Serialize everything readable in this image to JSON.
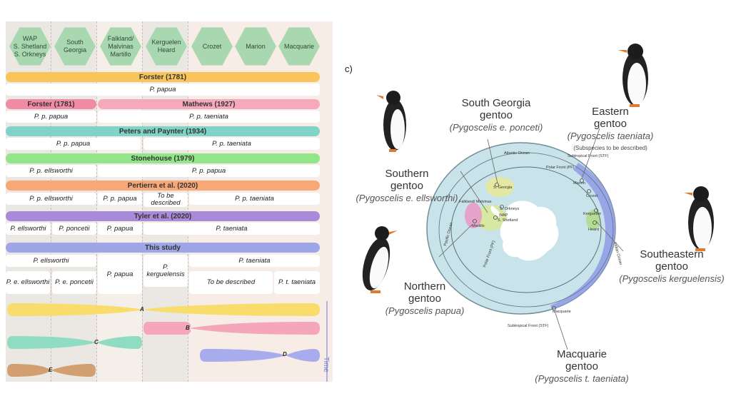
{
  "regions": [
    {
      "label": "WAP\nS. Shetland\nS. Orkneys"
    },
    {
      "label": "South\nGeorgia"
    },
    {
      "label": "Falkland/\nMalvinas\nMartillo"
    },
    {
      "label": "Kerguelen\nHeard"
    },
    {
      "label": "Crozet"
    },
    {
      "label": "Marion"
    },
    {
      "label": "Macquarie"
    }
  ],
  "classifications": [
    {
      "title": "Forster (1781)",
      "color": "#f9c55a",
      "cells": [
        "P. papua"
      ]
    },
    {
      "title": "Forster (1781)",
      "title2": "Mathews (1927)",
      "color": "#f08aa5",
      "color2": "#f6a9bd",
      "cells": [
        "P. p. papua",
        "P. p. taeniata"
      ]
    },
    {
      "title": "Peters and Paynter (1934)",
      "color": "#7fd3c8",
      "cells": [
        "P. p. papua",
        "P. p. taeniata"
      ]
    },
    {
      "title": "Stonehouse (1979)",
      "color": "#93e58a",
      "cells": [
        "P. p. ellsworthi",
        "P. p. papua"
      ]
    },
    {
      "title": "Pertierra et al. (2020)",
      "color": "#f8a877",
      "cells": [
        "P. p. ellsworthi",
        "P. p. papua",
        "To be described",
        "P. p. taeniata"
      ]
    },
    {
      "title": "Tyler et al. (2020)",
      "color": "#a98ad8",
      "cells": [
        "P. ellsworthi",
        "P. poncetii",
        "P. papua",
        "P. taeniata"
      ]
    },
    {
      "title": "This study",
      "color": "#9fa6e8",
      "cells": [
        "P. ellsworthi",
        "P. taeniata",
        "P. e. ellsworthi",
        "P. e. poncetii",
        "P. papua",
        "P. kerguelensis",
        "To be described",
        "P. t. taeniata"
      ]
    }
  ],
  "lineages": {
    "colors": {
      "A": "#f8dc6c",
      "B": "#f5a6b8",
      "C": "#8fdcc3",
      "D": "#a8acec",
      "E": "#d2a070"
    },
    "labels": [
      "A",
      "B",
      "C",
      "D",
      "E"
    ]
  },
  "time_label": "Time",
  "panel_label": "c)",
  "map_labels": {
    "atlantic": "Atlantic Ocean",
    "indian": "Indian Ocean",
    "pacific": "Pacific Ocean",
    "polar_front_top": "Polar Front (PF)",
    "polar_front_left": "Polar Front (PF)",
    "subtropical_top": "Subtropical Front (STF)",
    "subtropical_bottom": "Subtropical Front (STF)",
    "sites": [
      "S. Georgia",
      "S. Orkneys",
      "WAP",
      "S. Shetland",
      "Falkland/\nMalvinas",
      "Martillo",
      "Marion",
      "Crozet",
      "Kerguelen",
      "Heard",
      "Macquarie"
    ]
  },
  "clades": [
    {
      "name": "South Georgia\ngentoo",
      "sci": "(Pygoscelis e. ponceti)",
      "color": "#e5e89a"
    },
    {
      "name": "Eastern\ngentoo",
      "sci": "(Pygoscelis taeniata)",
      "note": "(Subspecies to be described)",
      "color": "#8f9be6"
    },
    {
      "name": "Southern\ngentoo",
      "sci": "(Pygoscelis e. ellsworthi)",
      "color": "#d8e89a"
    },
    {
      "name": "Southeastern\ngentoo",
      "sci": "(Pygoscelis kerguelensis)",
      "color": "#b3d98c"
    },
    {
      "name": "Northern\ngentoo",
      "sci": "(Pygoscelis papua)",
      "color": "#e69bc6"
    },
    {
      "name": "Macquarie\ngentoo",
      "sci": "(Pygoscelis t. taeniata)",
      "color": "#8f9be6"
    }
  ],
  "colors": {
    "panel_bg": "#f7ede6",
    "hex": "#a9d8b0",
    "ocean": "#c9e3ea",
    "antarctica": "#ffffff"
  }
}
